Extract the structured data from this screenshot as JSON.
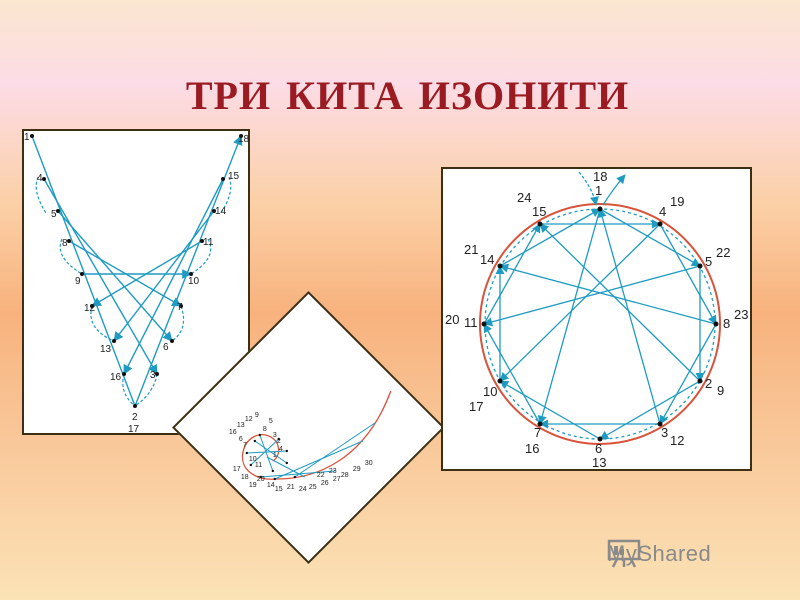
{
  "title": "ТРИ КИТА  ИЗОНИТИ",
  "brand": {
    "name": "MyShared",
    "icon": "presentation-board-icon"
  },
  "colors": {
    "thread": "#1f9bc2",
    "arc": "#d8533b",
    "frame": "#3d2f14",
    "title": "#9a1b22"
  },
  "left_diagram": {
    "name": "angle-filling",
    "points": [
      {
        "id": "p1",
        "label": "1"
      },
      {
        "id": "p18",
        "label": "18"
      },
      {
        "id": "p4",
        "label": "4"
      },
      {
        "id": "p15",
        "label": "15"
      },
      {
        "id": "p5",
        "label": "5"
      },
      {
        "id": "p14",
        "label": "14"
      },
      {
        "id": "p8",
        "label": "8"
      },
      {
        "id": "p11",
        "label": "11"
      },
      {
        "id": "p9",
        "label": "9"
      },
      {
        "id": "p10",
        "label": "10"
      },
      {
        "id": "p12",
        "label": "12"
      },
      {
        "id": "p7",
        "label": "7"
      },
      {
        "id": "p13",
        "label": "13"
      },
      {
        "id": "p6",
        "label": "6"
      },
      {
        "id": "p16",
        "label": "16"
      },
      {
        "id": "p3",
        "label": "3"
      },
      {
        "id": "p2",
        "label": "2"
      },
      {
        "id": "p17",
        "label": "17"
      }
    ]
  },
  "circle_diagram": {
    "name": "circle-filling",
    "points": [
      {
        "id": "c18",
        "label": "18"
      },
      {
        "id": "c1",
        "label": "1"
      },
      {
        "id": "c24",
        "label": "24"
      },
      {
        "id": "c15",
        "label": "15"
      },
      {
        "id": "c4",
        "label": "4"
      },
      {
        "id": "c19",
        "label": "19"
      },
      {
        "id": "c21",
        "label": "21"
      },
      {
        "id": "c14",
        "label": "14"
      },
      {
        "id": "c5",
        "label": "5"
      },
      {
        "id": "c22",
        "label": "22"
      },
      {
        "id": "c20",
        "label": "20"
      },
      {
        "id": "c11",
        "label": "11"
      },
      {
        "id": "c8",
        "label": "8"
      },
      {
        "id": "c23",
        "label": "23"
      },
      {
        "id": "c10",
        "label": "10"
      },
      {
        "id": "c17",
        "label": "17"
      },
      {
        "id": "c2",
        "label": "2"
      },
      {
        "id": "c9",
        "label": "9"
      },
      {
        "id": "c7",
        "label": "7"
      },
      {
        "id": "c16",
        "label": "16"
      },
      {
        "id": "c6",
        "label": "6"
      },
      {
        "id": "c13",
        "label": "13"
      },
      {
        "id": "c3",
        "label": "3"
      },
      {
        "id": "c12",
        "label": "12"
      }
    ]
  },
  "spiral_diagram": {
    "name": "spiral-filling",
    "labels": [
      "16",
      "13",
      "12",
      "9",
      "5",
      "8",
      "3",
      "2",
      "4",
      "1",
      "6",
      "7",
      "10",
      "11",
      "17",
      "18",
      "19",
      "20",
      "14",
      "15",
      "21",
      "24",
      "25",
      "26",
      "27",
      "22",
      "23",
      "28",
      "29",
      "30"
    ]
  }
}
